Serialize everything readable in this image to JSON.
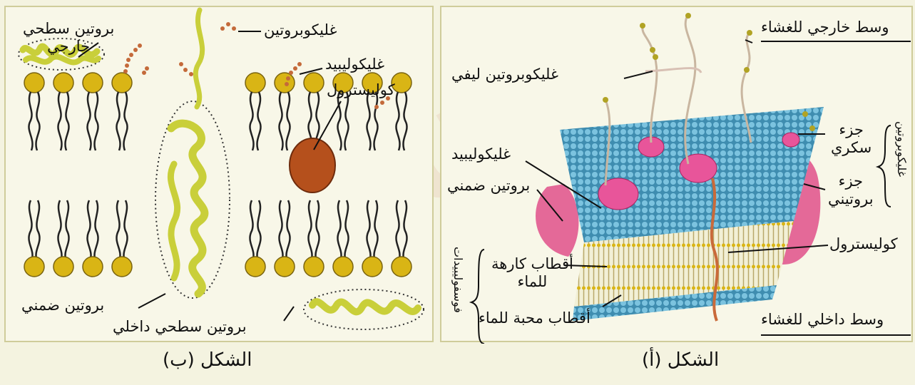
{
  "figure_b": {
    "caption": "الشكل (ب)",
    "labels": {
      "outer_surface_protein": "بروتين سطحي\nخارجي",
      "glycoprotein": "غليكوبروتين",
      "glycolipid": "غليكوليبيد",
      "cholesterol": "كوليسترول",
      "integral_protein": "بروتين ضمني",
      "inner_surface_protein": "بروتين سطحي داخلي"
    }
  },
  "figure_a": {
    "caption": "الشكل (أ)",
    "labels": {
      "outer_medium": "وسط خارجي للغشاء",
      "fibrous_glycoprotein": "غليكوبروتين ليفي",
      "glycolipid": "غليكوليبيد",
      "integral_protein": "بروتين ضمني",
      "sugar_part": "جزء\nسكري",
      "protein_part": "جزء\nبروتيني",
      "glycoprotein_brace": "غليكوبروتين",
      "cholesterol": "كوليسترول",
      "hydrophobic_poles": "أقطاب كارهة\nللماء",
      "hydrophilic_poles": "أقطاب محبة للماء",
      "phospholipids_brace": "فوسفوليبيدات",
      "inner_medium": "وسط داخلي للغشاء"
    }
  },
  "colors": {
    "background": "#f4f3e0",
    "lipid_head": "#d9b515",
    "lipid_tail": "#e8e0c0",
    "protein_yellow": "#c9cf3a",
    "cholesterol": "#b5501c",
    "membrane_blue": "#5aa6c6",
    "protein_pink": "#e0508a"
  }
}
